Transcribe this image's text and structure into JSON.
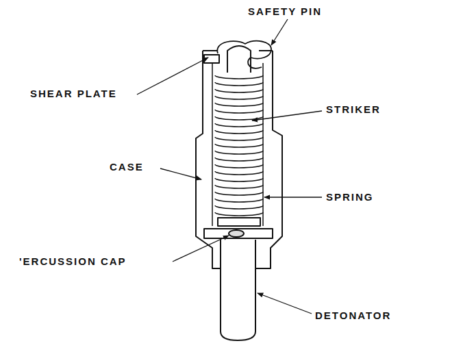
{
  "diagram": {
    "labels": [
      "SAFETY PIN",
      "SHEAR PLATE",
      "STRIKER",
      "CASE",
      "SPRING",
      "'ERCUSSION CAP",
      "DETONATOR"
    ]
  }
}
